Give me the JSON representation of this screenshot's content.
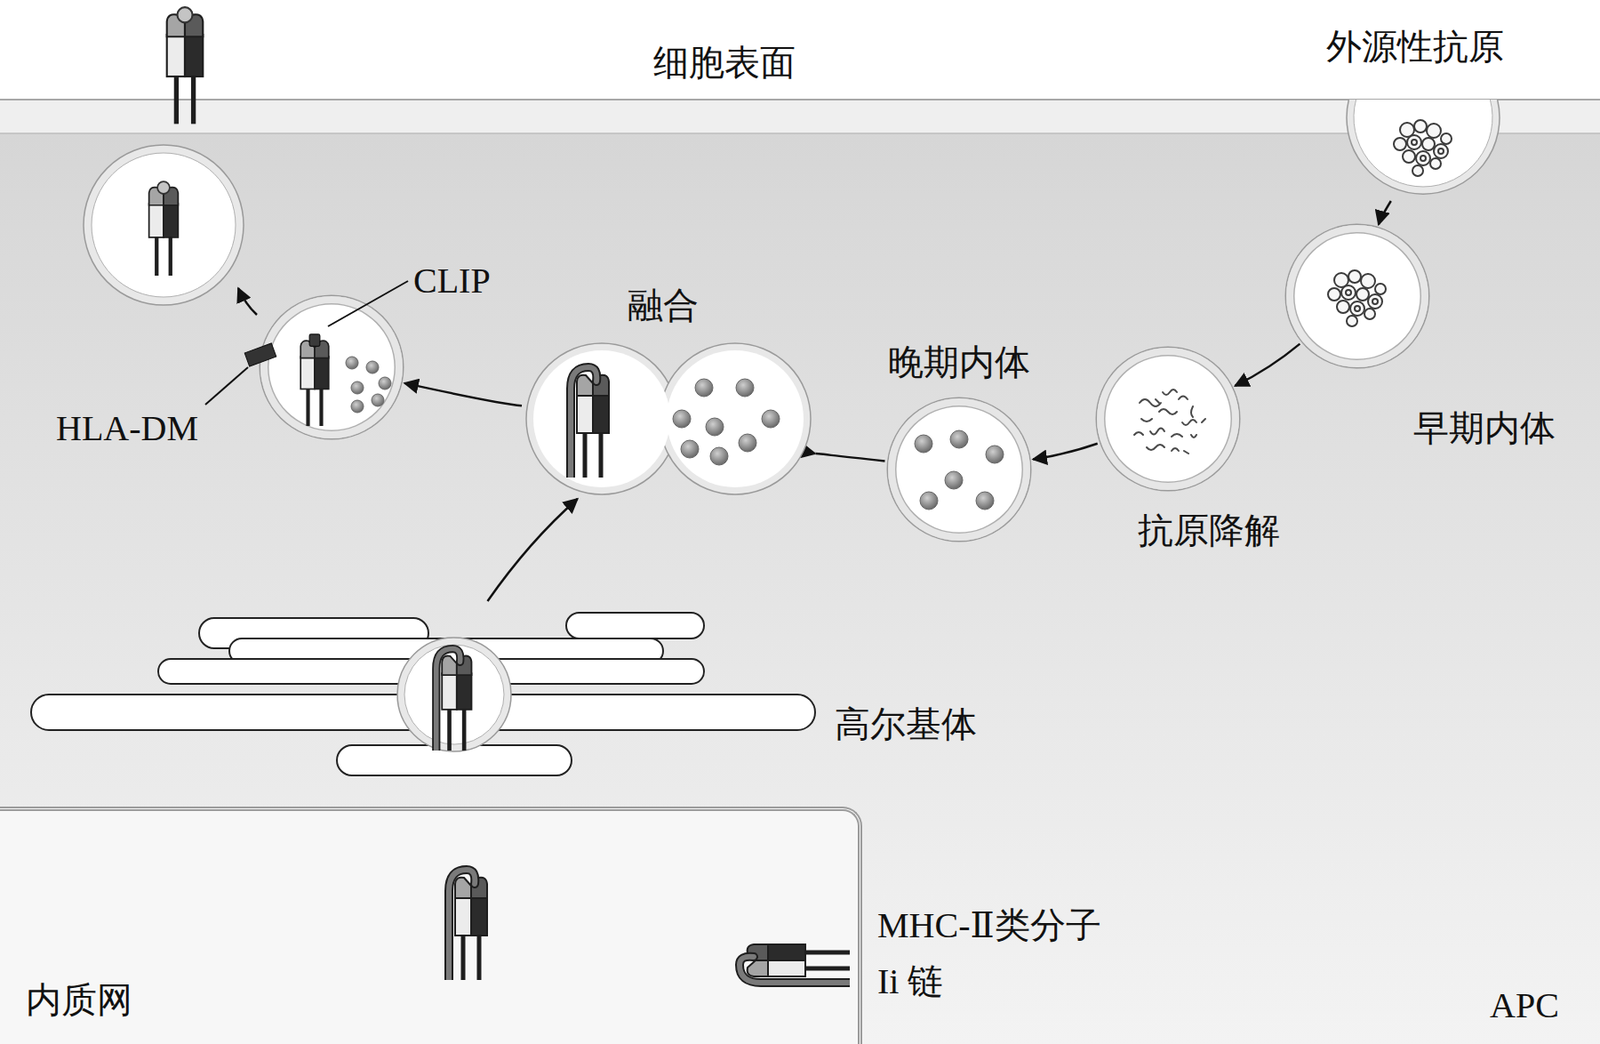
{
  "diagram": {
    "nodes": [
      {
        "text": [
          "APC"
        ]
      },
      {
        "text": [
          "外源性抗原"
        ],
        "in": 0
      },
      {
        "text": [
          "早期内体"
        ],
        "in": 0
      },
      {
        "text": [
          "抗原降解"
        ],
        "in": 0
      },
      {
        "text": [
          "晚期内体"
        ],
        "in": 0
      },
      {
        "text": [
          "融合"
        ],
        "in": 0
      },
      {
        "text": [
          "CLIP",
          "HLA-DM"
        ],
        "in": 0
      },
      {
        "text": [
          "高尔基体"
        ],
        "in": 0
      },
      {
        "text": [
          "内质网"
        ],
        "in": 0
      }
    ],
    "edges": [
      {
        "from": 1,
        "to": 2,
        "arrow": "to"
      },
      {
        "from": 2,
        "to": 3,
        "arrow": "to"
      },
      {
        "from": 3,
        "to": 4,
        "arrow": "to"
      },
      {
        "from": 4,
        "to": 5,
        "arrow": "to"
      },
      {
        "from": 7,
        "to": 5,
        "arrow": "to"
      },
      {
        "from": 5,
        "to": 6,
        "arrow": "to"
      }
    ],
    "labels": [
      "细胞表面",
      "MHC-Ⅱ类分子",
      "Ii 链"
    ]
  }
}
